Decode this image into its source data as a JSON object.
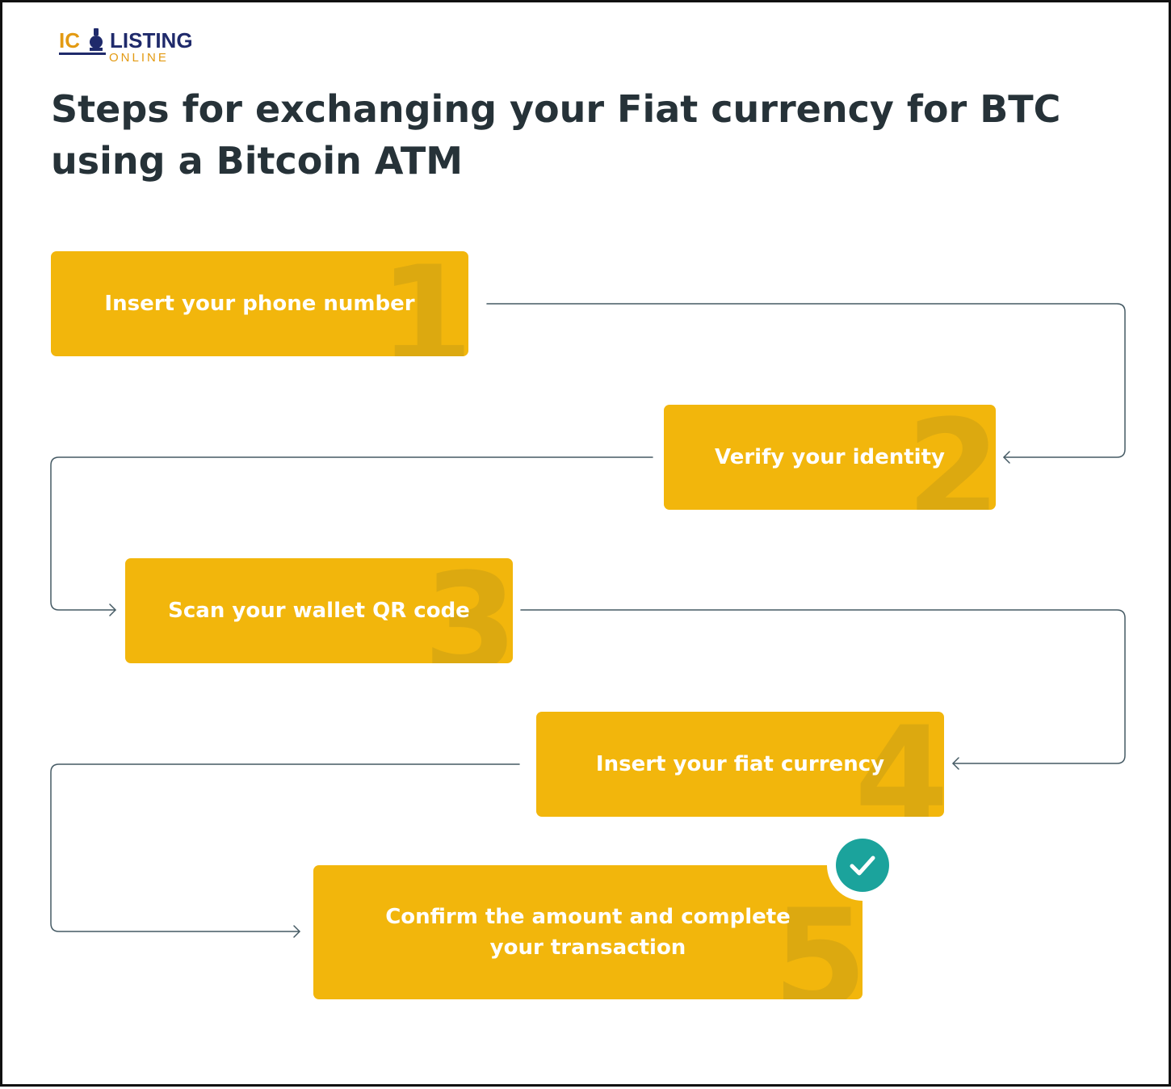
{
  "logo": {
    "part1": "IC",
    "part2": "LISTING",
    "part3": "ONLINE"
  },
  "title": "Steps for exchanging your Fiat currency for BTC using a Bitcoin ATM",
  "steps": [
    {
      "number": "1",
      "label": "Insert your phone number"
    },
    {
      "number": "2",
      "label": "Verify your identity"
    },
    {
      "number": "3",
      "label": "Scan your wallet QR code"
    },
    {
      "number": "4",
      "label": "Insert your fiat currency"
    },
    {
      "number": "5",
      "label": "Confirm the amount and complete your transaction"
    }
  ],
  "colors": {
    "step_fill": "#f2b60c",
    "step_number": "#dca910",
    "title_text": "#263238",
    "connector": "#455a64",
    "check_badge": "#1ba39c"
  },
  "icons": [
    "check-icon"
  ]
}
